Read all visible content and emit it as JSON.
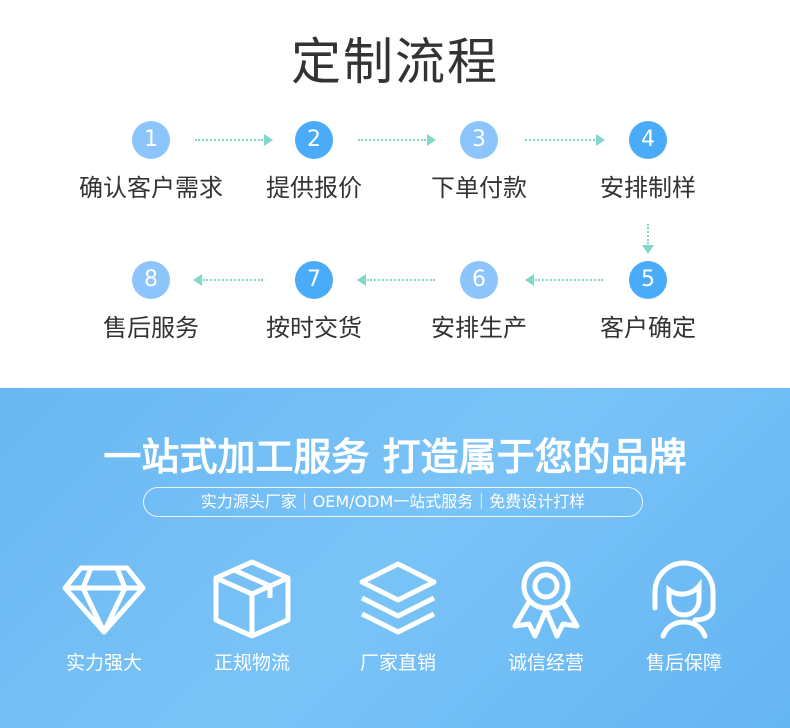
{
  "title": "定制流程",
  "steps": [
    {
      "num": "1",
      "label": "确认客户需求"
    },
    {
      "num": "2",
      "label": "提供报价"
    },
    {
      "num": "3",
      "label": "下单付款"
    },
    {
      "num": "4",
      "label": "安排制样"
    },
    {
      "num": "5",
      "label": "客户确定"
    },
    {
      "num": "6",
      "label": "安排生产"
    },
    {
      "num": "7",
      "label": "按时交货"
    },
    {
      "num": "8",
      "label": "售后服务"
    }
  ],
  "banner": {
    "headline": "一站式加工服务 打造属于您的品牌",
    "tagline": "实力源头厂家｜OEM/ODM一站式服务｜免费设计打样",
    "features": [
      {
        "icon": "diamond-icon",
        "label": "实力强大"
      },
      {
        "icon": "box-icon",
        "label": "正规物流"
      },
      {
        "icon": "layers-icon",
        "label": "厂家直销"
      },
      {
        "icon": "award-icon",
        "label": "诚信经营"
      },
      {
        "icon": "headset-icon",
        "label": "售后保障"
      }
    ]
  },
  "colors": {
    "circle": "#4aabf8",
    "circle_light": "#8cc5fb",
    "arrow": "#7fd8c8",
    "banner": "#6cbaf5"
  }
}
